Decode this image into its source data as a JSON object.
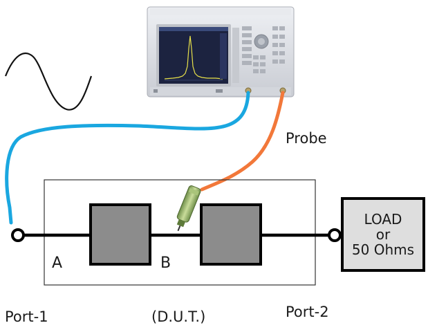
{
  "labels": {
    "node_a": "A",
    "node_b": "B",
    "probe": "Probe",
    "port1": "Port-1",
    "port2": "Port-2",
    "dut": "(D.U.T.)"
  },
  "load": {
    "line1": "LOAD",
    "line2": "or",
    "line3": "50 Ohms"
  },
  "colors": {
    "port1_cable": "#1aa7e0",
    "probe_cable": "#f2783a",
    "component_fill": "#8c8c8c",
    "load_fill": "#dedede",
    "analyzer_body": "#dcdde3"
  }
}
